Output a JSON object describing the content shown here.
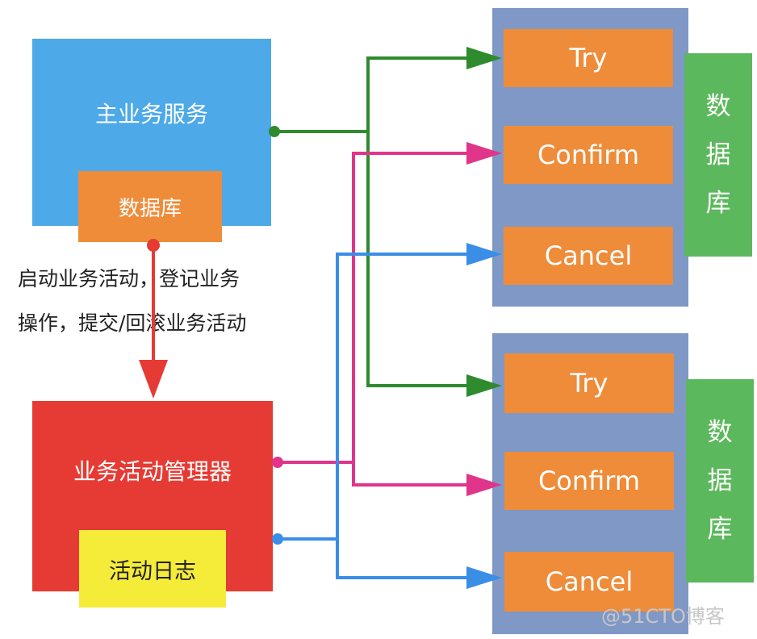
{
  "main_service": {
    "title": "主业务服务",
    "db_label": "数据库"
  },
  "note": {
    "line1": "启动业务活动，登记业务",
    "line2": "操作，提交/回滚业务活动"
  },
  "manager": {
    "title": "业务活动管理器",
    "log_label": "活动日志"
  },
  "participants": [
    {
      "try": "Try",
      "confirm": "Confirm",
      "cancel": "Cancel",
      "db_chars": [
        "数",
        "据",
        "库"
      ]
    },
    {
      "try": "Try",
      "confirm": "Confirm",
      "cancel": "Cancel",
      "db_chars": [
        "数",
        "据",
        "库"
      ]
    }
  ],
  "watermark": "@51CTO博客",
  "colors": {
    "main_service": "#4da9e8",
    "database": "#ee8c3a",
    "manager": "#e53b34",
    "log": "#f5ec3a",
    "participant": "#7f98c6",
    "participant_db": "#5cb85c",
    "try_arrow": "#2e8b2e",
    "confirm_arrow": "#e0358a",
    "cancel_arrow": "#3a8ee6",
    "register_arrow": "#e53b34"
  }
}
